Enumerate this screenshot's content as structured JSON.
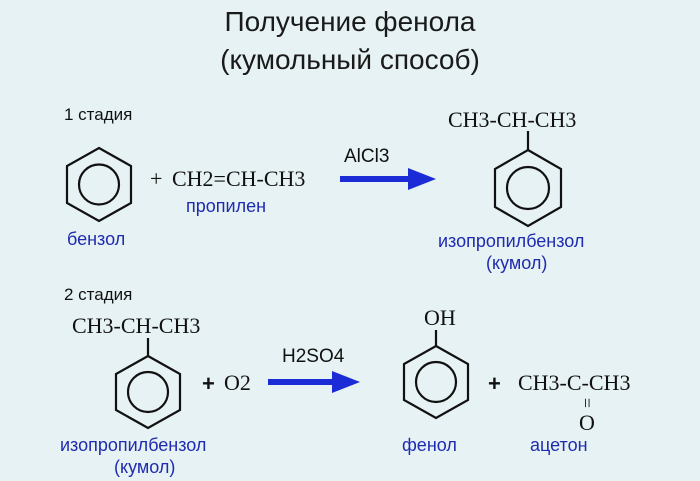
{
  "title": {
    "line1": "Получение фенола",
    "line2": "(кумольный способ)"
  },
  "stage1": {
    "label": "1 стадия",
    "reagent_plus": "+",
    "reagent_formula": "CH2=CH-CH3",
    "reagent_name": "пропилен",
    "catalyst": "AlCl3",
    "reactant_name": "бензол",
    "product_substituent": "CH3-CH-CH3",
    "product_name": "изопропилбензол",
    "product_alt_name": "(кумол)"
  },
  "stage2": {
    "label": "2 стадия",
    "reactant_substituent": "CH3-CH-CH3",
    "reactant_name": "изопропилбензол",
    "reactant_alt_name": "(кумол)",
    "oxidant_plus": "+",
    "oxidant": "O2",
    "catalyst": "H2SO4",
    "product1_substituent": "OH",
    "product1_name": "фенол",
    "product2_plus": "+",
    "product2_formula": "CH3-C-CH3",
    "product2_double_bond": "=",
    "product2_oxygen": "O",
    "product2_name": "ацетон"
  },
  "colors": {
    "background": "#e6f2f3",
    "arrow": "#1b2bd6",
    "label_blue": "#1f2bb0",
    "ink": "#111111"
  }
}
